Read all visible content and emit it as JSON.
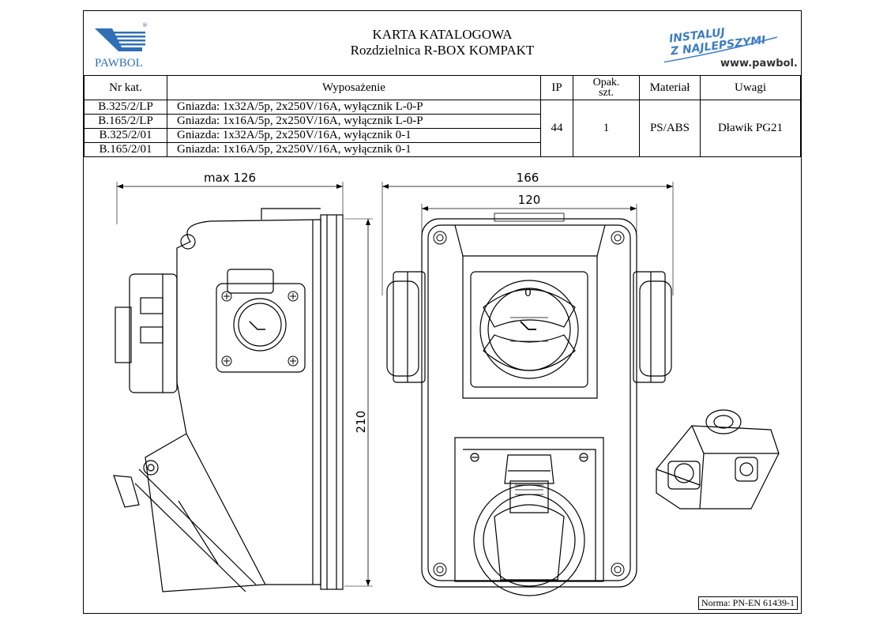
{
  "header": {
    "title": "KARTA KATALOGOWA",
    "subtitle": "Rozdzielnica R-BOX KOMPAKT",
    "logo_text": "PAWBOL",
    "slogan_line1": "INSTALUJ",
    "slogan_line2": "Z NAJLEPSZYMI",
    "website": "www.pawbol.pl"
  },
  "table": {
    "headers": {
      "nr": "Nr kat.",
      "wyposazenie": "Wyposażenie",
      "ip": "IP",
      "opak_line1": "Opak.",
      "opak_line2": "szt.",
      "material": "Materiał",
      "uwagi": "Uwagi"
    },
    "rows": [
      {
        "nr": "B.325/2/LP",
        "wyposazenie": "Gniazda: 1x32A/5p, 2x250V/16A, wyłącznik L-0-P"
      },
      {
        "nr": "B.165/2/LP",
        "wyposazenie": "Gniazda: 1x16A/5p, 2x250V/16A, wyłącznik L-0-P"
      },
      {
        "nr": "B.325/2/01",
        "wyposazenie": "Gniazda: 1x32A/5p, 2x250V/16A, wyłącznik 0-1"
      },
      {
        "nr": "B.165/2/01",
        "wyposazenie": "Gniazda: 1x16A/5p, 2x250V/16A, wyłącznik 0-1"
      }
    ],
    "shared": {
      "ip": "44",
      "opak": "1",
      "material": "PS/ABS",
      "uwagi": "Dławik PG21"
    }
  },
  "dimensions": {
    "side_width": "max 126",
    "front_width_total": "166",
    "front_width_inner": "120",
    "height": "210"
  },
  "switch_label": "0",
  "footer": {
    "norma": "Norma: PN-EN 61439-1"
  }
}
